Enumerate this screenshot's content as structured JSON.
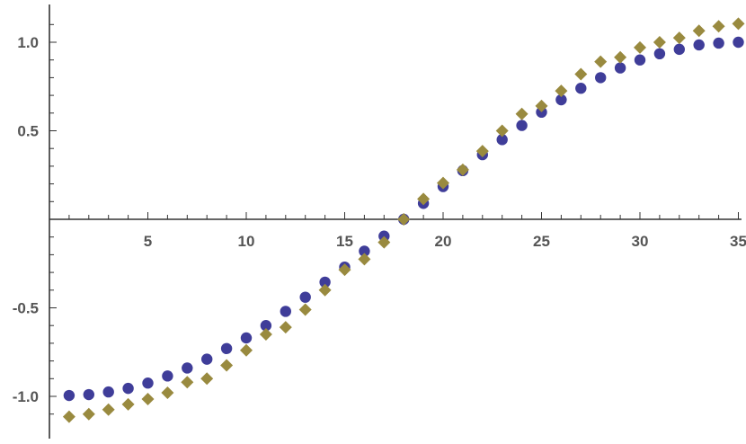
{
  "chart_data": {
    "type": "scatter",
    "x_axis": {
      "range": [
        0,
        35.5
      ],
      "ticks": [
        5,
        10,
        15,
        20,
        25,
        30,
        35
      ],
      "tick_labels": [
        "5",
        "10",
        "15",
        "20",
        "25",
        "30",
        "35"
      ]
    },
    "y_axis": {
      "range": [
        -1.2,
        1.2
      ],
      "ticks": [
        -1.0,
        -0.5,
        0.5,
        1.0
      ],
      "tick_labels": [
        "-1.0",
        "-0.5",
        "0.5",
        "1.0"
      ]
    },
    "grid": false,
    "series": [
      {
        "marker": "circle",
        "color": "#3f3d99",
        "x": [
          1,
          2,
          3,
          4,
          5,
          6,
          7,
          8,
          9,
          10,
          11,
          12,
          13,
          14,
          15,
          16,
          17,
          18,
          19,
          20,
          21,
          22,
          23,
          24,
          25,
          26,
          27,
          28,
          29,
          30,
          31,
          32,
          33,
          34,
          35
        ],
        "y": [
          -0.995,
          -0.99,
          -0.975,
          -0.955,
          -0.925,
          -0.885,
          -0.84,
          -0.79,
          -0.73,
          -0.67,
          -0.6,
          -0.52,
          -0.44,
          -0.355,
          -0.27,
          -0.18,
          -0.095,
          0.0,
          0.09,
          0.185,
          0.275,
          0.365,
          0.45,
          0.53,
          0.605,
          0.675,
          0.74,
          0.8,
          0.855,
          0.9,
          0.935,
          0.96,
          0.985,
          0.995,
          1.0
        ]
      },
      {
        "marker": "diamond",
        "color": "#998a3f",
        "x": [
          1,
          2,
          3,
          4,
          5,
          6,
          7,
          8,
          9,
          10,
          11,
          12,
          13,
          14,
          15,
          16,
          17,
          18,
          19,
          20,
          21,
          22,
          23,
          24,
          25,
          26,
          27,
          28,
          29,
          30,
          31,
          32,
          33,
          34,
          35
        ],
        "y": [
          -1.115,
          -1.1,
          -1.075,
          -1.045,
          -1.015,
          -0.98,
          -0.92,
          -0.9,
          -0.825,
          -0.74,
          -0.65,
          -0.61,
          -0.51,
          -0.4,
          -0.285,
          -0.225,
          -0.13,
          0.0,
          0.115,
          0.205,
          0.28,
          0.385,
          0.5,
          0.595,
          0.64,
          0.725,
          0.82,
          0.89,
          0.915,
          0.97,
          1.0,
          1.025,
          1.065,
          1.09,
          1.105
        ]
      }
    ]
  }
}
